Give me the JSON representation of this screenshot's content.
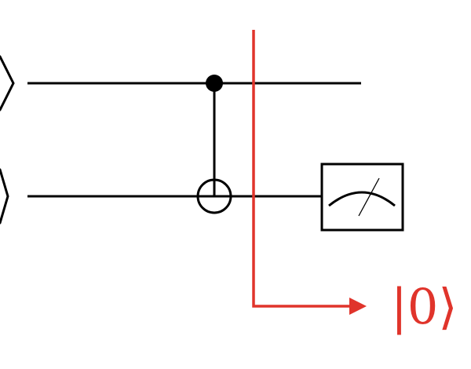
{
  "colors": {
    "wire": "#000000",
    "arrow": "#e0342b",
    "background": "#ffffff"
  },
  "gates": {
    "cnot": {
      "control": "qubit-1",
      "target": "qubit-2"
    },
    "measurement": {
      "qubit": "qubit-2",
      "icon": "meter-icon"
    }
  },
  "annotation": {
    "outcome_label": "|0⟩ |"
  }
}
